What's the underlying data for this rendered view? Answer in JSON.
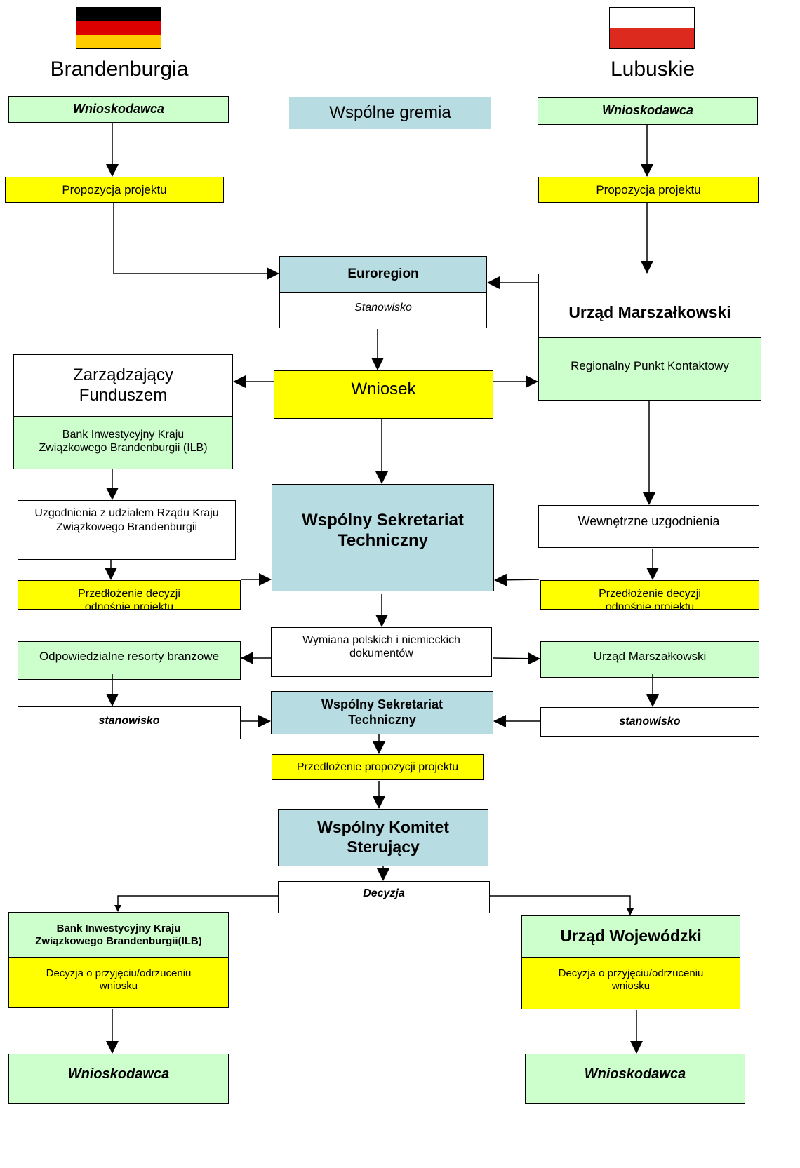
{
  "left": {
    "region": "Brandenburgia",
    "flag_colors": [
      "#000000",
      "#dd0000",
      "#ffcc00"
    ],
    "applicant_top": "Wnioskodawca",
    "project_proposal": "Propozycja projektu",
    "fund_manager": "Zarządzający Funduszem",
    "fund_bank": "Bank Inwestycyjny Kraju Związkowego Brandenburgii (ILB)",
    "agreements": "Uzgodnienia z udziałem Rządu Kraju Związkowego Brandenburgii",
    "submit_decision": "Przedłożenie decyzji odnośnie projektu",
    "resorts": "Odpowiedzialne resorty branżowe",
    "opinion": "stanowisko",
    "final_bank": "Bank Inwestycyjny Kraju Związkowego Brandenburgii(ILB)",
    "final_decision": "Decyzja o przyjęciu/odrzuceniu wniosku",
    "applicant_bottom": "Wnioskodawca"
  },
  "right": {
    "region": "Lubuskie",
    "flag_colors": [
      "#ffffff",
      "#dc2a1f"
    ],
    "applicant_top": "Wnioskodawca",
    "project_proposal": "Propozycja projektu",
    "marshal_office": "Urząd Marszałkowski",
    "contact_point": "Regionalny Punkt Kontaktowy",
    "internal_agreements": "Wewnętrzne uzgodnienia",
    "submit_decision": "Przedłożenie decyzji odnośnie projektu",
    "marshal_office_2": "Urząd Marszałkowski",
    "opinion": "stanowisko",
    "voivode_office": "Urząd Wojewódzki",
    "final_decision": "Decyzja o przyjęciu/odrzuceniu wniosku",
    "applicant_bottom": "Wnioskodawca"
  },
  "center": {
    "legend": "Wspólne gremia",
    "euroregion": "Euroregion",
    "euroregion_opinion": "Stanowisko",
    "application": "Wniosek",
    "jts": "Wspólny Sekretariat Techniczny",
    "exchange": "Wymiana polskich i niemieckich dokumentów",
    "jts_2": "Wspólny Sekretariat Techniczny",
    "submit_proposal": "Przedłożenie propozycji projektu",
    "steering": "Wspólny Komitet Sterujący",
    "decision": "Decyzja"
  },
  "colors": {
    "joint_bodies": "#b7dde3",
    "applicant": "#ccffcc",
    "proposal": "#ffff00"
  }
}
